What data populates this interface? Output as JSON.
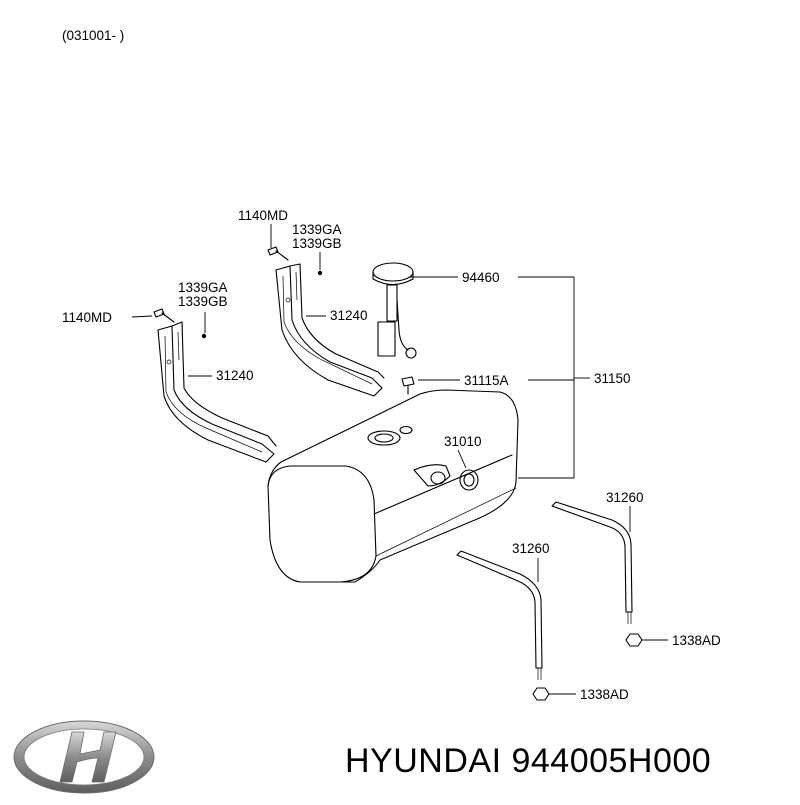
{
  "header": {
    "range": "(031001- )"
  },
  "callouts": {
    "bolt_upper": "1140MD",
    "clip_upper_a": "1339GA",
    "clip_upper_b": "1339GB",
    "clip_left_a": "1339GA",
    "clip_left_b": "1339GB",
    "bolt_left": "1140MD",
    "bracket_upper": "31240",
    "bracket_left": "31240",
    "sender": "94460",
    "drain_plug": "31115A",
    "tank_assy": "31150",
    "filler_seal": "31010",
    "strap_right": "31260",
    "strap_left": "31260",
    "nut_right": "1338AD",
    "nut_left": "1338AD"
  },
  "footer": {
    "brand_part": "HYUNDAI 944005H000"
  },
  "colors": {
    "line": "#000000",
    "logo_silver": "#9a9a9a",
    "background": "#ffffff"
  },
  "icons": {
    "logo": "hyundai-logo-icon"
  }
}
